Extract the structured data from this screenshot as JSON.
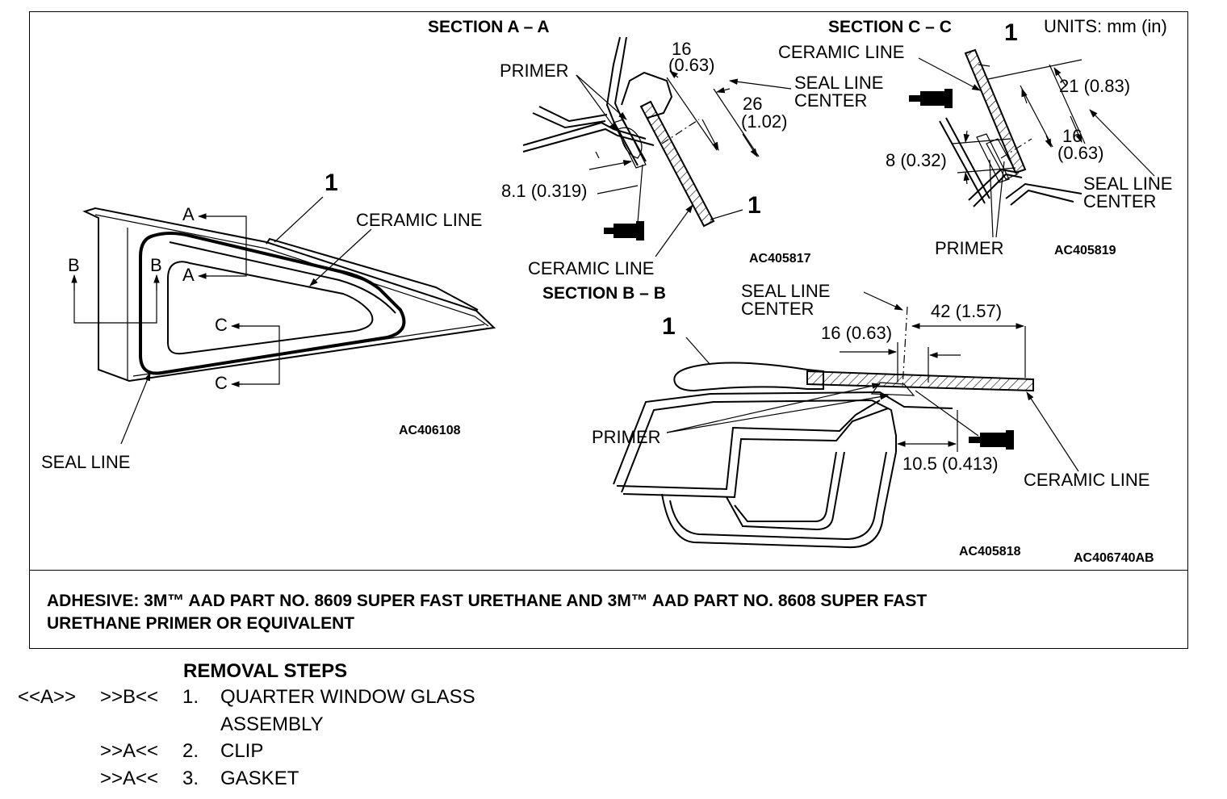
{
  "labels": {
    "section_aa": "SECTION A – A",
    "section_bb": "SECTION B – B",
    "section_cc": "SECTION C – C",
    "units": "UNITS: mm (in)",
    "ceramic_line": "CERAMIC LINE",
    "seal_line": "SEAL LINE",
    "primer": "PRIMER",
    "seal_line_1": "SEAL LINE",
    "center": "CENTER",
    "part_1": "1",
    "cut_a": "A",
    "cut_b": "B",
    "cut_c": "C"
  },
  "dimensions": {
    "aa_16": "16",
    "aa_16_in": "(0.63)",
    "aa_26": "26",
    "aa_26_in": "(1.02)",
    "aa_81": "8.1 (0.319)",
    "cc_21": "21 (0.83)",
    "cc_16": "16",
    "cc_16_in": "(0.63)",
    "cc_8": "8 (0.32)",
    "bb_42": "42 (1.57)",
    "bb_16": "16 (0.63)",
    "bb_105": "10.5 (0.413)"
  },
  "codes": {
    "main": "AC406108",
    "aa": "AC405817",
    "cc": "AC405819",
    "bb": "AC405818",
    "figure": "AC406740AB"
  },
  "adhesive_note": {
    "line1": "ADHESIVE: 3M™ AAD PART NO. 8609 SUPER FAST URETHANE AND 3M™ AAD PART NO. 8608 SUPER FAST",
    "line2": "URETHANE PRIMER OR EQUIVALENT"
  },
  "removal_steps": {
    "title": "REMOVAL STEPS",
    "steps": [
      {
        "tag_a": "<<A>>",
        "tag_b": ">>B<<",
        "num": "1.",
        "text": "QUARTER WINDOW GLASS"
      },
      {
        "tag_a": "",
        "tag_b": "",
        "num": "",
        "text": "ASSEMBLY"
      },
      {
        "tag_a": "",
        "tag_b": ">>A<<",
        "num": "2.",
        "text": "CLIP"
      },
      {
        "tag_a": "",
        "tag_b": ">>A<<",
        "num": "3.",
        "text": "GASKET"
      }
    ]
  }
}
